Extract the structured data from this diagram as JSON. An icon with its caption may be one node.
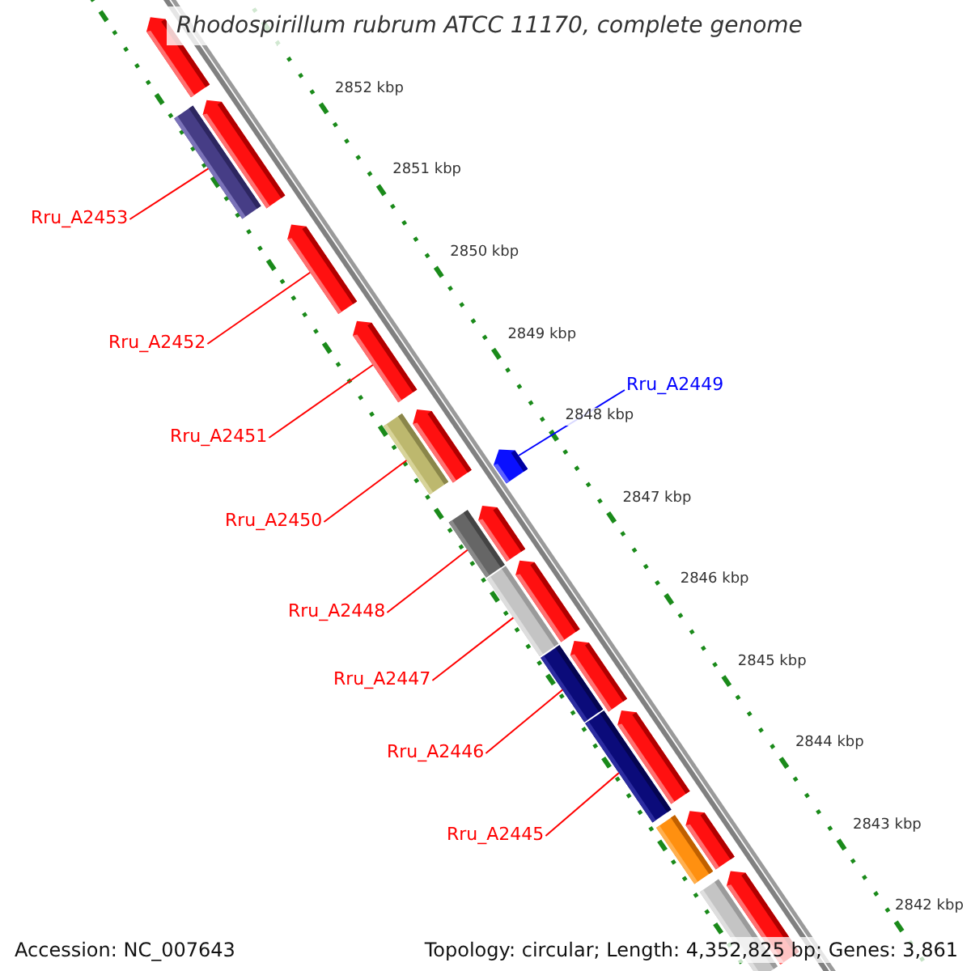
{
  "diagram": {
    "title": "Rhodospirillum rubrum ATCC 11170, complete genome",
    "nodes": [
      {
        "text": [
          "Rru_A2453"
        ]
      },
      {
        "text": [
          "Rru_A2452"
        ]
      },
      {
        "text": [
          "Rru_A2449"
        ]
      },
      {
        "text": [
          "Rru_A2451"
        ]
      },
      {
        "text": [
          "Rru_A2450"
        ]
      },
      {
        "text": [
          "Rru_A2448"
        ]
      },
      {
        "text": [
          "Rru_A2447"
        ]
      },
      {
        "text": [
          "Rru_A2446"
        ]
      },
      {
        "text": [
          "Rru_A2445"
        ]
      },
      {
        "text": [],
        "shape": "pentagon"
      },
      {
        "text": [],
        "shape": "bar"
      },
      {
        "text": [],
        "shape": "pentagon"
      },
      {
        "text": [],
        "shape": "pentagon"
      },
      {
        "text": [],
        "shape": "pentagon"
      },
      {
        "text": [],
        "shape": "bar"
      },
      {
        "text": [],
        "shape": "pentagon"
      },
      {
        "text": [],
        "shape": "pentagon"
      },
      {
        "text": [],
        "shape": "bar"
      },
      {
        "text": [],
        "shape": "pentagon"
      },
      {
        "text": [],
        "shape": "bar"
      },
      {
        "text": [],
        "shape": "pentagon"
      },
      {
        "text": [],
        "shape": "bar"
      },
      {
        "text": [],
        "shape": "pentagon"
      },
      {
        "text": [],
        "shape": "bar"
      },
      {
        "text": [],
        "shape": "pentagon"
      },
      {
        "text": [],
        "shape": "bar"
      },
      {
        "text": [],
        "shape": "pentagon"
      },
      {
        "text": [],
        "shape": "bar"
      },
      {
        "text": [],
        "shape": "pentagon"
      }
    ],
    "edges": [
      {
        "from": 0,
        "to": 10,
        "arrow": "none"
      },
      {
        "from": 1,
        "to": 12,
        "arrow": "none"
      },
      {
        "from": 2,
        "to": 16,
        "arrow": "none",
        "color": "#0000ff"
      },
      {
        "from": 3,
        "to": 13,
        "arrow": "none"
      },
      {
        "from": 4,
        "to": 14,
        "arrow": "none"
      },
      {
        "from": 5,
        "to": 17,
        "arrow": "none"
      },
      {
        "from": 6,
        "to": 19,
        "arrow": "none"
      },
      {
        "from": 7,
        "to": 21,
        "arrow": "none"
      },
      {
        "from": 8,
        "to": 23,
        "arrow": "none"
      }
    ],
    "labels": [
      "2852 kbp",
      "2851 kbp",
      "2850 kbp",
      "2849 kbp",
      "2848 kbp",
      "2847 kbp",
      "2846 kbp",
      "2845 kbp",
      "2844 kbp",
      "2843 kbp",
      "2842 kbp",
      "Accession: NC_007643",
      "Topology: circular; Length: 4,352,825 bp; Genes: 3,861"
    ]
  }
}
